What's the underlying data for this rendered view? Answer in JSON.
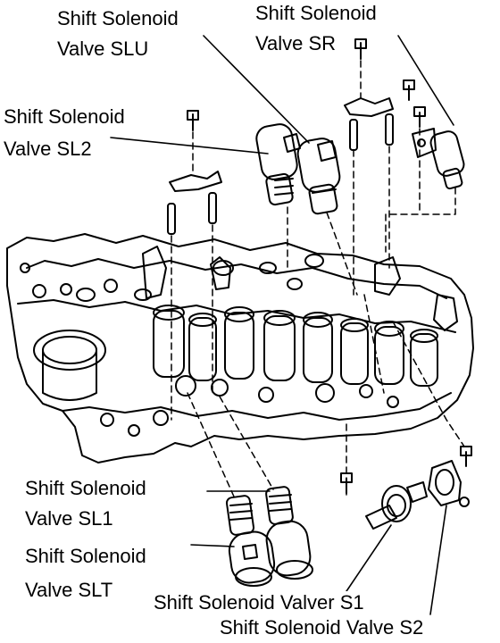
{
  "labels": {
    "slu_line1": "Shift Solenoid",
    "slu_line2": "Valve SLU",
    "sr_line1": "Shift Solenoid",
    "sr_line2": "Valve SR",
    "sl2_line1": "Shift Solenoid",
    "sl2_line2": "Valve SL2",
    "sl1_line1": "Shift Solenoid",
    "sl1_line2": "Valve SL1",
    "slt_line1": "Shift Solenoid",
    "slt_line2": "Valve SLT",
    "s1": "Shift Solenoid Valver S1",
    "s2": "Shift Solenoid Valve S2"
  },
  "colors": {
    "ink": "#000000",
    "paper": "#ffffff"
  }
}
